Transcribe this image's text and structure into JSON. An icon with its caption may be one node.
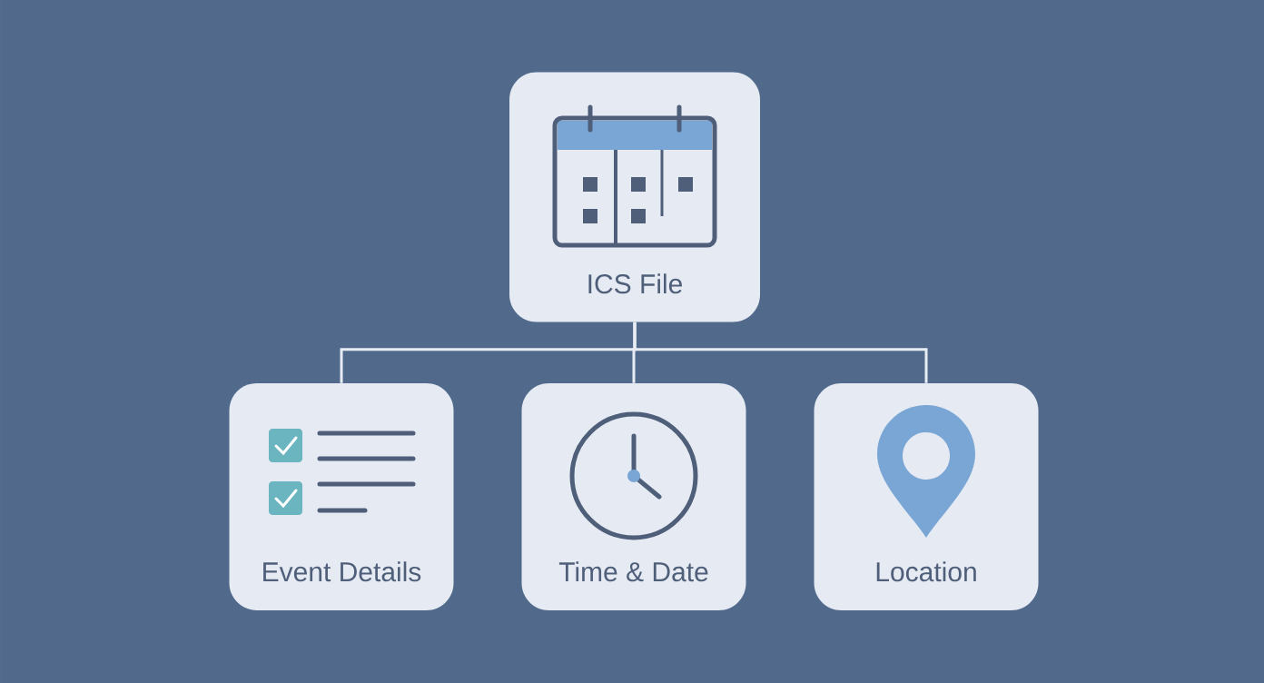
{
  "diagram": {
    "nodes": [
      {
        "text": [
          "ICS File"
        ]
      },
      {
        "text": [
          "Event Details"
        ]
      },
      {
        "text": [
          "Time & Date"
        ]
      },
      {
        "text": [
          "Location"
        ]
      }
    ],
    "edges": [
      {
        "from": 0,
        "to": 1,
        "arrow": "none"
      },
      {
        "from": 0,
        "to": 2,
        "arrow": "none"
      },
      {
        "from": 0,
        "to": 3,
        "arrow": "none"
      }
    ]
  }
}
